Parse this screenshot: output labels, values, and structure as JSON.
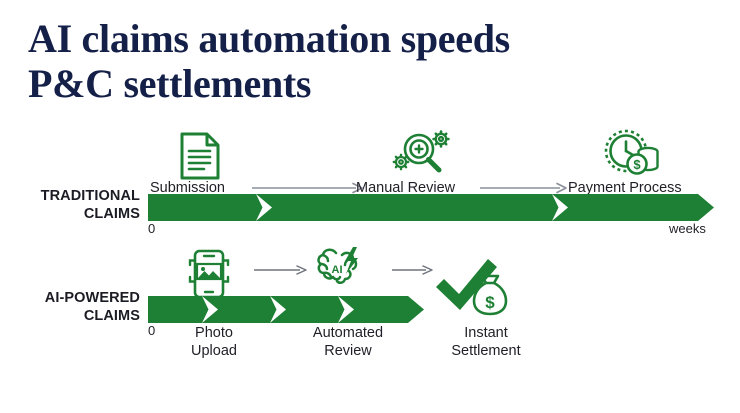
{
  "title": {
    "line1": "AI claims automation speeds",
    "line2": "P&C settlements",
    "color": "#152049"
  },
  "colors": {
    "bar_green": "#1e8034",
    "icon_green": "#1e8034",
    "title_navy": "#152049",
    "text_dark": "#1f1f27",
    "connector_grey": "#8a8f99",
    "background": "#ffffff"
  },
  "rows": [
    {
      "id": "traditional",
      "label_line1": "TRADITIONAL",
      "label_line2": "CLAIMS",
      "axis_start": "0",
      "axis_end": "weeks",
      "segments": 3,
      "stages": [
        {
          "label": "Submission",
          "icon": "document-icon"
        },
        {
          "label": "Manual Review",
          "icon": "magnifier-gears-icon"
        },
        {
          "label": "Payment Process",
          "icon": "clock-coins-icon"
        }
      ]
    },
    {
      "id": "ai-powered",
      "label_line1": "AI-POWERED",
      "label_line2": "CLAIMS",
      "axis_start": "0",
      "axis_end": "",
      "segments": 4,
      "stages": [
        {
          "label": "Photo\nUpload",
          "icon": "phone-photo-icon"
        },
        {
          "label": "Automated\nReview",
          "icon": "ai-brain-icon"
        },
        {
          "label": "Instant\nSettlement",
          "icon": "check-money-bag-icon"
        }
      ]
    }
  ],
  "icon_text": {
    "ai_brain_label": "AI",
    "money_symbol": "$"
  }
}
